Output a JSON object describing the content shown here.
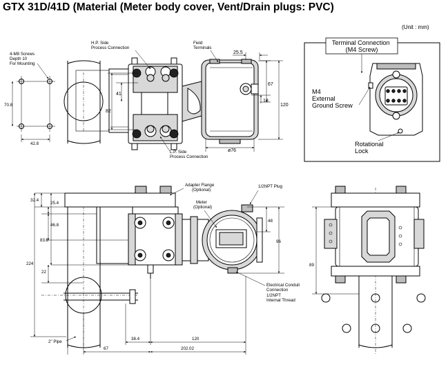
{
  "title": "GTX 31D/41D (Material (Meter body cover, Vent/Drain plugs: PVC)",
  "unit_note": "(Unit : mm)",
  "top_view": {
    "labels": {
      "mounting_screws": [
        "4-M8 Screws",
        "Depth 10",
        "For Mounting"
      ],
      "hp_side": [
        "H.P. Side",
        "Process Connection"
      ],
      "lp_side": [
        "L.P. Side",
        "Process Connection"
      ],
      "field_terminals": [
        "Field",
        "Terminals"
      ]
    },
    "dimensions": {
      "d_25_5": "25.5",
      "d_67": "67",
      "d_18": "18",
      "d_120": "120",
      "d_41": "41",
      "d_82": "82",
      "d_70_8": "70.8",
      "d_42_8": "42.8",
      "d_76": "ø76"
    }
  },
  "terminal_box": {
    "title": [
      "Terminal Connection",
      "(M4 Screw)"
    ],
    "m4_label": [
      "M4",
      "External",
      "Ground Screw"
    ],
    "lock_label": [
      "Rotational",
      "Lock"
    ]
  },
  "bottom_view": {
    "labels": {
      "adapter_flange": [
        "Adapter Flange",
        "(Optional)"
      ],
      "meter": [
        "Meter",
        "(Optional)"
      ],
      "plug": "1/2NPT Plug",
      "conduit": [
        "Electrical Conduit",
        "Connection",
        "1/2NPT",
        "Internal Thread"
      ],
      "pipe": "2\" Pipe"
    },
    "dimensions": {
      "d_32_4": "32.4",
      "d_25_4": "25.4",
      "d_46_8": "46.8",
      "d_83_5": "83.5",
      "d_224": "224",
      "d_22": "22",
      "d_48": "48",
      "d_96": "96",
      "d_38_4": "38.4",
      "d_120": "120",
      "d_67": "67",
      "d_202_02": "202.02",
      "d_89": "89"
    }
  }
}
